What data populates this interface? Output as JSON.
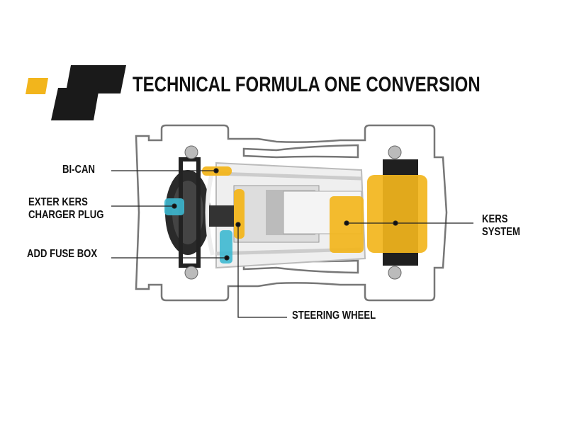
{
  "title": "TECHNICAL FORMULA ONE CONVERSION",
  "colors": {
    "yellow": "#F2B51C",
    "cyan": "#3DB8D0",
    "black": "#1a1a1a",
    "outline": "#777777"
  },
  "labels": {
    "bi_can": "BI-CAN",
    "exter_kers_line1": "EXTER KERS",
    "exter_kers_line2": "CHARGER PLUG",
    "add_fuse_box": "ADD FUSE BOX",
    "kers_line1": "KERS",
    "kers_line2": "SYSTEM",
    "steering_wheel": "STEERING WHEEL"
  }
}
